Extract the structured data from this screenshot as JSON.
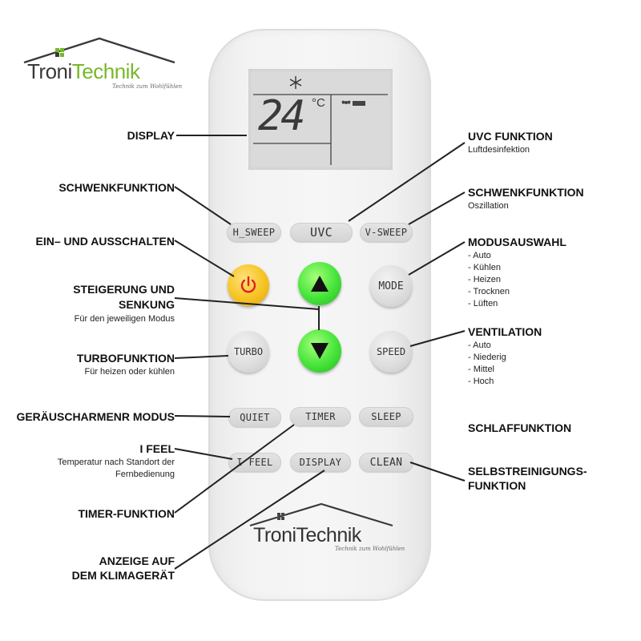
{
  "brand": {
    "name_part1": "Troni",
    "name_part2": "Technik",
    "tagline": "Technik zum Wohlfühlen",
    "color_dark": "#3a3a3a",
    "color_green": "#77b82a"
  },
  "display": {
    "temperature": "24",
    "unit": "°C",
    "icons": [
      "snowflake-icon",
      "fan-icon"
    ]
  },
  "buttons": {
    "h_sweep": "H_SWEEP",
    "uvc": "UVC",
    "v_sweep": "V-SWEEP",
    "mode": "MODE",
    "turbo": "TURBO",
    "speed": "SPEED",
    "quiet": "QUIET",
    "timer": "TIMER",
    "sleep": "SLEEP",
    "i_feel": "I FEEL",
    "display": "DISPLAY",
    "clean": "CLEAN"
  },
  "labels": {
    "display": "DISPLAY",
    "uvc_title": "UVC FUNKTION",
    "uvc_sub": "Luftdesinfektion",
    "swing_left": "SCHWENKFUNKTION",
    "swing_right": "SCHWENKFUNKTION",
    "swing_right_sub": "Oszillation",
    "power": "EIN– UND AUSSCHALTEN",
    "mode_title": "MODUSAUSWAHL",
    "mode_items": [
      "- Auto",
      "- Kühlen",
      "- Heizen",
      "- Trocknen",
      "- Lüften"
    ],
    "updown_line1": "STEIGERUNG UND",
    "updown_line2": "SENKUNG",
    "updown_sub": "Für den jeweiligen Modus",
    "turbo_title": "TURBOFUNKTION",
    "turbo_sub": "Für heizen oder kühlen",
    "vent_title": "VENTILATION",
    "vent_items": [
      "- Auto",
      "- Niederig",
      "- Mittel",
      "- Hoch"
    ],
    "quiet": "GERÄUSCHARMENR MODUS",
    "sleep": "SCHLAFFUNKTION",
    "ifeel_title": "I FEEL",
    "ifeel_sub1": "Temperatur nach Standort der",
    "ifeel_sub2": "Fernbedienung",
    "clean_line1": "SELBSTREINIGUNGS-",
    "clean_line2": "FUNKTION",
    "timer": "TIMER-FUNKTION",
    "display_ac_line1": "ANZEIGE AUF",
    "display_ac_line2": "DEM KLIMAGERÄT"
  }
}
